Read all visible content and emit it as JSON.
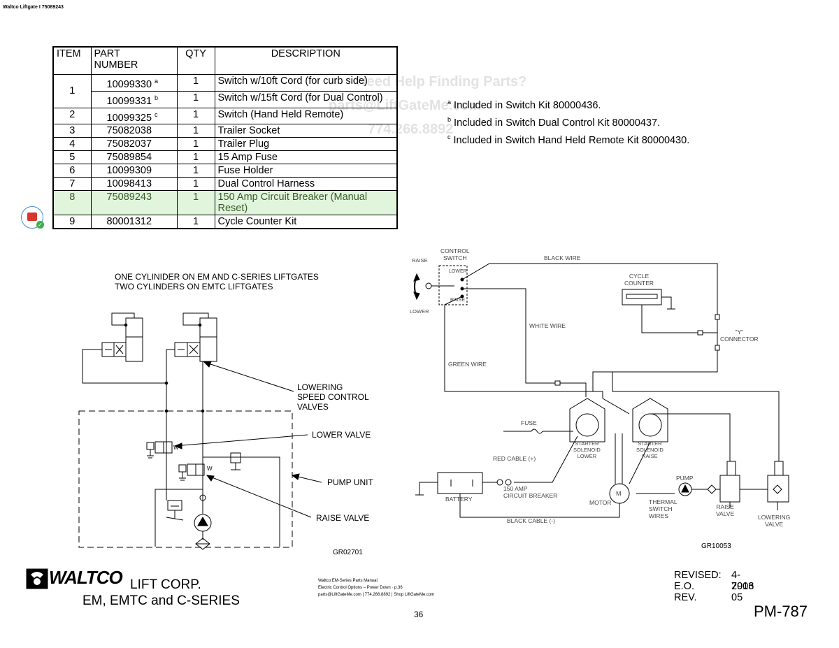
{
  "header": {
    "doc_title": "Waltco Liftgate I 75089243"
  },
  "table": {
    "headers": {
      "item": "ITEM",
      "part": "PART\nNUMBER",
      "qty": "QTY",
      "desc": "DESCRIPTION"
    },
    "rows": [
      {
        "item": "1",
        "part": "10099330",
        "note": "a",
        "qty": "1",
        "desc": "Switch w/10ft Cord (for curb side)"
      },
      {
        "item": "",
        "part": "10099331",
        "note": "b",
        "qty": "1",
        "desc": "Switch w/15ft Cord (for Dual Control)"
      },
      {
        "item": "2",
        "part": "10099325",
        "note": "c",
        "qty": "1",
        "desc": "Switch (Hand Held Remote)"
      },
      {
        "item": "3",
        "part": "75082038",
        "note": "",
        "qty": "1",
        "desc": "Trailer Socket"
      },
      {
        "item": "4",
        "part": "75082037",
        "note": "",
        "qty": "1",
        "desc": "Trailer Plug"
      },
      {
        "item": "5",
        "part": "75089854",
        "note": "",
        "qty": "1",
        "desc": "15 Amp Fuse"
      },
      {
        "item": "6",
        "part": "10099309",
        "note": "",
        "qty": "1",
        "desc": "Fuse Holder"
      },
      {
        "item": "7",
        "part": "10098413",
        "note": "",
        "qty": "1",
        "desc": "Dual Control Harness"
      },
      {
        "item": "8",
        "part": "75089243",
        "note": "",
        "qty": "1",
        "desc": "150 Amp Circuit Breaker (Manual Reset)"
      },
      {
        "item": "9",
        "part": "80001312",
        "note": "",
        "qty": "1",
        "desc": "Cycle Counter Kit"
      }
    ]
  },
  "notes": [
    {
      "mark": "a",
      "text": "Included in Switch Kit 80000436."
    },
    {
      "mark": "b",
      "text": "Included in Switch Dual Control Kit 80000437."
    },
    {
      "mark": "c",
      "text": "Included in Switch Hand Held Remote Kit 80000430."
    }
  ],
  "watermark": {
    "line1": "Need Help Finding Parts?",
    "line2": "parts@LiftGateMe.com",
    "line3": "774.266.8892"
  },
  "hydraulic": {
    "title1": "ONE CYLINIDER ON EM AND C-SERIES LIFTGATES",
    "title2": "TWO CYLINDERS ON EMTC LIFTGATES",
    "lowering_speed": "LOWERING\nSPEED CONTROL\nVALVES",
    "lower_valve": "LOWER VALVE",
    "pump_unit": "PUMP UNIT",
    "raise_valve": "RAISE VALVE",
    "w": "W",
    "code": "GR02701"
  },
  "electrical": {
    "control_switch": "CONTROL\nSWITCH",
    "raise": "RAISE",
    "lower": "LOWER",
    "sw_lower": "LOWER",
    "sw_raise": "RAISE",
    "black_wire": "BLACK WIRE",
    "cycle_counter": "CYCLE\nCOUNTER",
    "white_wire": "WHITE WIRE",
    "y_connector": "\"Y\"\nCONNECTOR",
    "green_wire": "GREEN WIRE",
    "fuse": "FUSE",
    "starter_lower": "STARTER\nSOLENOID\nLOWER",
    "starter_raise": "STARTER\nSOLENOID\nRAISE",
    "red_cable": "RED CABLE (+)",
    "pump": "PUMP",
    "battery": "BATTERY",
    "breaker": "150 AMP\nCIRCUIT BREAKER",
    "motor": "MOTOR",
    "m": "M",
    "thermal": "THERMAL\nSWITCH\nWIRES",
    "raise_valve": "RAISE\nVALVE",
    "lowering_valve": "LOWERING\nVALVE",
    "black_cable": "BLACK CABLE (-)",
    "code": "GR10053"
  },
  "footer": {
    "brand": "WALTCO",
    "lift_corp": "LIFT CORP.",
    "series": "EM, EMTC and C-SERIES",
    "meta1": "Waltco EM-Series Parts Manual",
    "meta2": "Electric Control Options – Power Down · p.36",
    "meta3": "parts@LiftGateMe.com | 774.266.8892 | Shop LiftGateMe.com",
    "page": "36",
    "revised_label": "REVISED:",
    "revised": "4-2016",
    "eo_label": "E.O.",
    "eo": "7903",
    "rev_label": "REV.",
    "rev": "05",
    "pm": "PM-787"
  },
  "colors": {
    "highlight": "#e0f5dc",
    "badge_red": "#d8352e",
    "badge_check": "#3bb04a",
    "badge_ring": "#4a8bd0"
  }
}
